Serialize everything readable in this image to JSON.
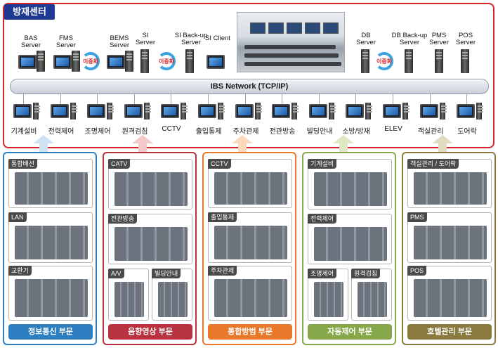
{
  "center": {
    "title": "방재센터",
    "network": "IBS Network (TCP/IP)",
    "dual_label": "이중화"
  },
  "servers": [
    {
      "label": "BAS Server"
    },
    {
      "label": "FMS Server"
    },
    {
      "label": "BEMS Server"
    },
    {
      "label": "SI Server"
    },
    {
      "label": "SI Back-up Server"
    },
    {
      "label": "SI Client"
    },
    {
      "label": "DB Server"
    },
    {
      "label": "DB Back-up Server"
    },
    {
      "label": "PMS Server"
    },
    {
      "label": "POS Server"
    }
  ],
  "clients": [
    "기계설비",
    "전력제어",
    "조명제어",
    "원격검침",
    "CCTV",
    "출입통제",
    "주차관제",
    "전관방송",
    "빌딩안내",
    "소방/방재",
    "ELEV",
    "객실관리",
    "도어락"
  ],
  "departments": [
    {
      "label": "정보통신 부문",
      "color": "#2e7fc1",
      "boxes": [
        "통합배선",
        "LAN",
        "교환기"
      ]
    },
    {
      "label": "음향영상 부문",
      "color": "#b8323f",
      "boxes": [
        "CATV",
        "전관방송",
        "A/V",
        "빌딩안내"
      ]
    },
    {
      "label": "통합방범 부문",
      "color": "#e8792a",
      "boxes": [
        "CCTV",
        "출입통제",
        "주차관제"
      ]
    },
    {
      "label": "자동제어 부문",
      "color": "#86a84a",
      "boxes": [
        "기계설비",
        "전력제어",
        "조명제어",
        "원격검침"
      ]
    },
    {
      "label": "호텔관리 부문",
      "color": "#8a7a3e",
      "boxes": [
        "객실관리 / 도어락",
        "PMS",
        "POS"
      ]
    }
  ]
}
